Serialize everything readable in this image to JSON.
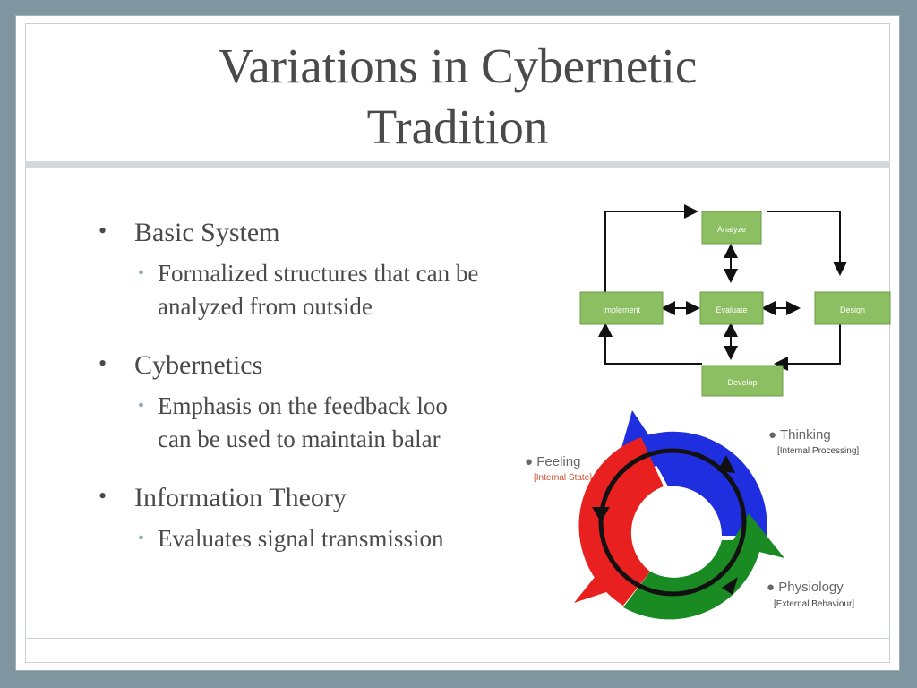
{
  "slide": {
    "title_line1": "Variations in Cybernetic",
    "title_line2": "Tradition"
  },
  "bullets": [
    {
      "heading": "Basic System",
      "sub_lines": [
        "Formalized structures that can be",
        "analyzed from outside"
      ]
    },
    {
      "heading": "Cybernetics",
      "sub_lines": [
        "Emphasis on the feedback loo",
        "can be used to maintain balar"
      ]
    },
    {
      "heading": "Information Theory",
      "sub_lines": [
        "Evaluates signal transmission"
      ]
    }
  ],
  "process_diagram": {
    "nodes": {
      "analyze": "Analyze",
      "implement": "Implement",
      "evaluate": "Evaluate",
      "design": "Design",
      "develop": "Develop"
    },
    "box_color": "#8bbf62"
  },
  "loop_diagram": {
    "thinking": "Thinking",
    "thinking_sub": "[Internal Processing]",
    "feeling": "Feeling",
    "feeling_sub": "[Internal State]",
    "physiology": "Physiology",
    "physiology_sub": "[External Behaviour]",
    "colors": {
      "thinking": "#1f2fe0",
      "feeling": "#e82020",
      "physiology": "#1a8a22"
    }
  }
}
